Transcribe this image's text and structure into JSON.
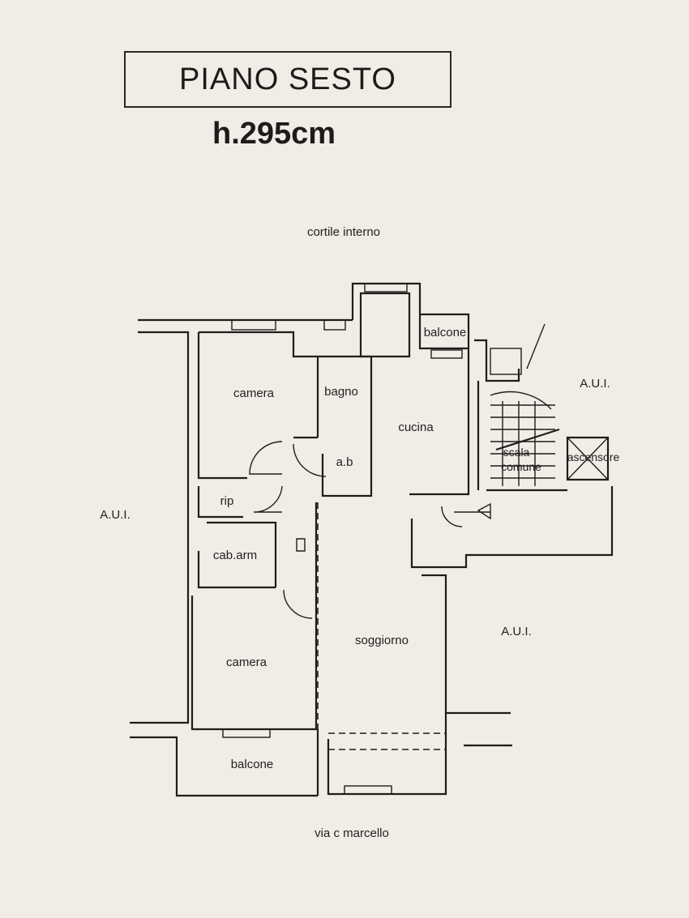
{
  "header": {
    "title": "PIANO SESTO",
    "height": "h.295cm"
  },
  "labels": {
    "courtyard": "cortile interno",
    "street": "via c marcello",
    "aui_left": "A.U.I.",
    "aui_right_top": "A.U.I.",
    "aui_right_bottom": "A.U.I."
  },
  "rooms": {
    "camera_top": "camera",
    "bagno": "bagno",
    "ab": "a.b",
    "cucina": "cucina",
    "balcone_top": "balcone",
    "rip": "rip",
    "cab_arm": "cab.arm",
    "soggiorno": "soggiorno",
    "camera_bottom": "camera",
    "balcone_bottom": "balcone",
    "scala_comune_1": "scala",
    "scala_comune_2": "comune",
    "ascensore": "ascensore"
  }
}
